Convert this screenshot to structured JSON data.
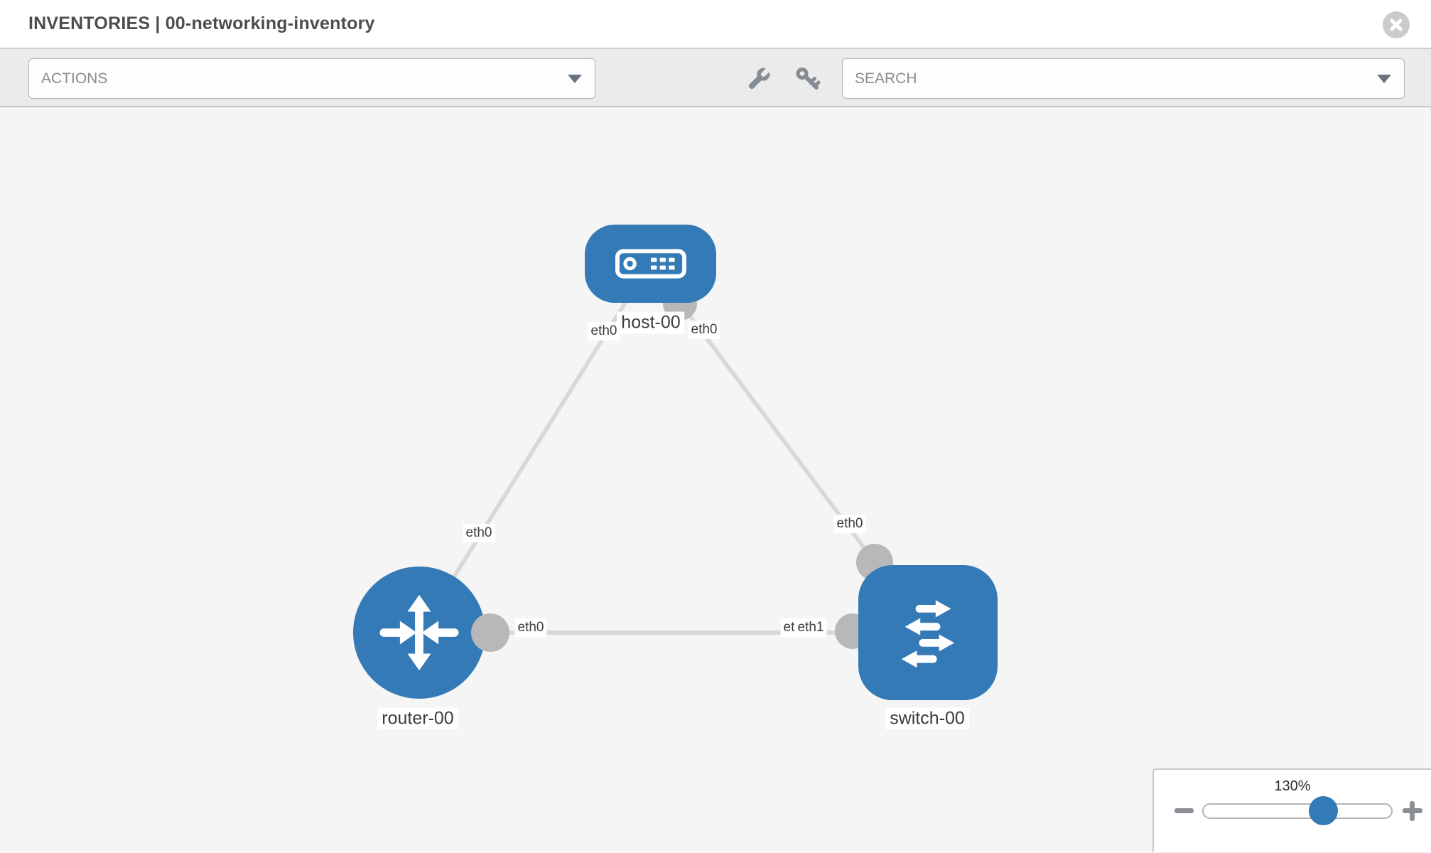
{
  "header": {
    "title": "INVENTORIES | 00-networking-inventory",
    "close_icon": "close-icon"
  },
  "toolbar": {
    "actions_placeholder": "ACTIONS",
    "search_placeholder": "SEARCH",
    "icons": [
      "wrench-icon",
      "key-icon"
    ]
  },
  "diagram": {
    "nodes": [
      {
        "id": "host-00",
        "label": "host-00",
        "type": "host",
        "icon": "host-icon"
      },
      {
        "id": "router-00",
        "label": "router-00",
        "type": "router",
        "icon": "router-icon"
      },
      {
        "id": "switch-00",
        "label": "switch-00",
        "type": "switch",
        "icon": "switch-icon"
      }
    ],
    "links": [
      {
        "source": "host-00",
        "target": "router-00",
        "source_interface": "eth0",
        "target_interface": "eth0"
      },
      {
        "source": "host-00",
        "target": "switch-00",
        "source_interface": "eth0",
        "target_interface": "eth0"
      },
      {
        "source": "router-00",
        "target": "switch-00",
        "source_interface": "eth0",
        "target_interface": "eth1",
        "target_interface_overlap": "eth1"
      }
    ]
  },
  "zoom_control": {
    "level": "130%",
    "minus_icon": "minus-icon",
    "plus_icon": "plus-icon"
  },
  "colors": {
    "node_blue": "#337ab7",
    "link_gray": "#d9d9d9",
    "port_gray": "#b8b8b8",
    "toolbar_bg": "#ebebeb",
    "canvas_bg": "#f5f5f5"
  }
}
